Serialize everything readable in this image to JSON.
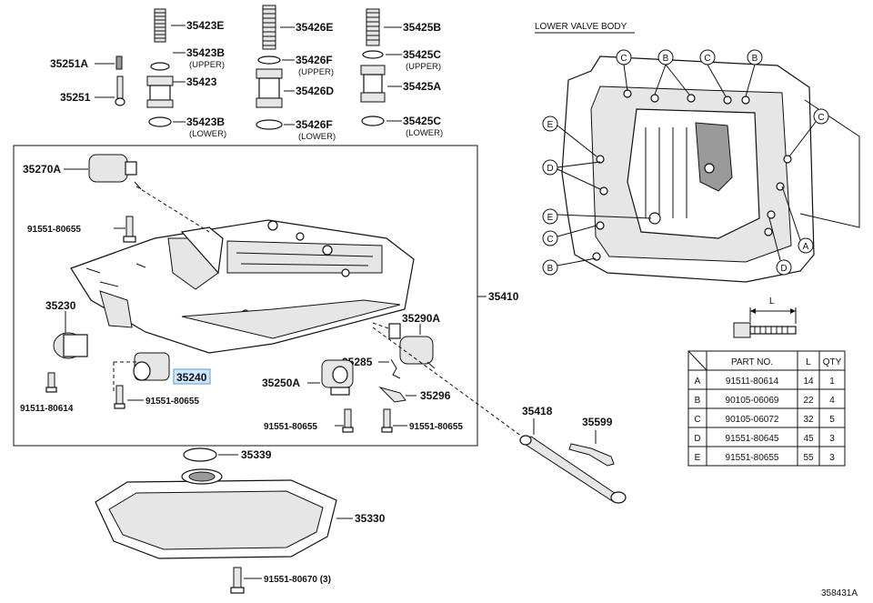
{
  "lower_valve_body_title": "LOWER VALVE BODY",
  "parts": {
    "p35423E": "35423E",
    "p35423B": "35423B",
    "p35423": "35423",
    "p35423B_lower": "35423B",
    "p35426E": "35426E",
    "p35426F": "35426F",
    "p35426D": "35426D",
    "p35426F_lower": "35426F",
    "p35425B": "35425B",
    "p35425C": "35425C",
    "p35425A": "35425A",
    "p35425C_lower": "35425C",
    "p35251A": "35251A",
    "p35251": "35251",
    "p35270A": "35270A",
    "p91551_80655_a": "91551-80655",
    "p35230": "35230",
    "p91511_80614": "91511-80614",
    "p35240": "35240",
    "p91551_80655_b": "91551-80655",
    "p35410": "35410",
    "p35290A": "35290A",
    "p35285": "35285",
    "p35250A": "35250A",
    "p35296": "35296",
    "p91551_80655_c": "91551-80655",
    "p91551_80655_d": "91551-80655",
    "p35418": "35418",
    "p35599": "35599",
    "p35339": "35339",
    "p35330": "35330",
    "p91551_80670": "91551-80670 (3)"
  },
  "qualifiers": {
    "upper": "(UPPER)",
    "lower": "(LOWER)"
  },
  "callout_letters": [
    "C",
    "B",
    "C",
    "B",
    "E",
    "C",
    "D",
    "E",
    "C",
    "B",
    "A",
    "D"
  ],
  "dimension_label": "L",
  "bolt_table": {
    "headers": [
      "PART NO.",
      "L",
      "QTY"
    ],
    "rows": [
      {
        "key": "A",
        "part_no": "91511-80614",
        "l": "14",
        "qty": "1"
      },
      {
        "key": "B",
        "part_no": "90105-06069",
        "l": "22",
        "qty": "4"
      },
      {
        "key": "C",
        "part_no": "90105-06072",
        "l": "32",
        "qty": "5"
      },
      {
        "key": "D",
        "part_no": "91551-80645",
        "l": "45",
        "qty": "3"
      },
      {
        "key": "E",
        "part_no": "91551-80655",
        "l": "55",
        "qty": "3"
      }
    ]
  },
  "figure_id": "358431A",
  "highlight_color": "#cfe6ff"
}
